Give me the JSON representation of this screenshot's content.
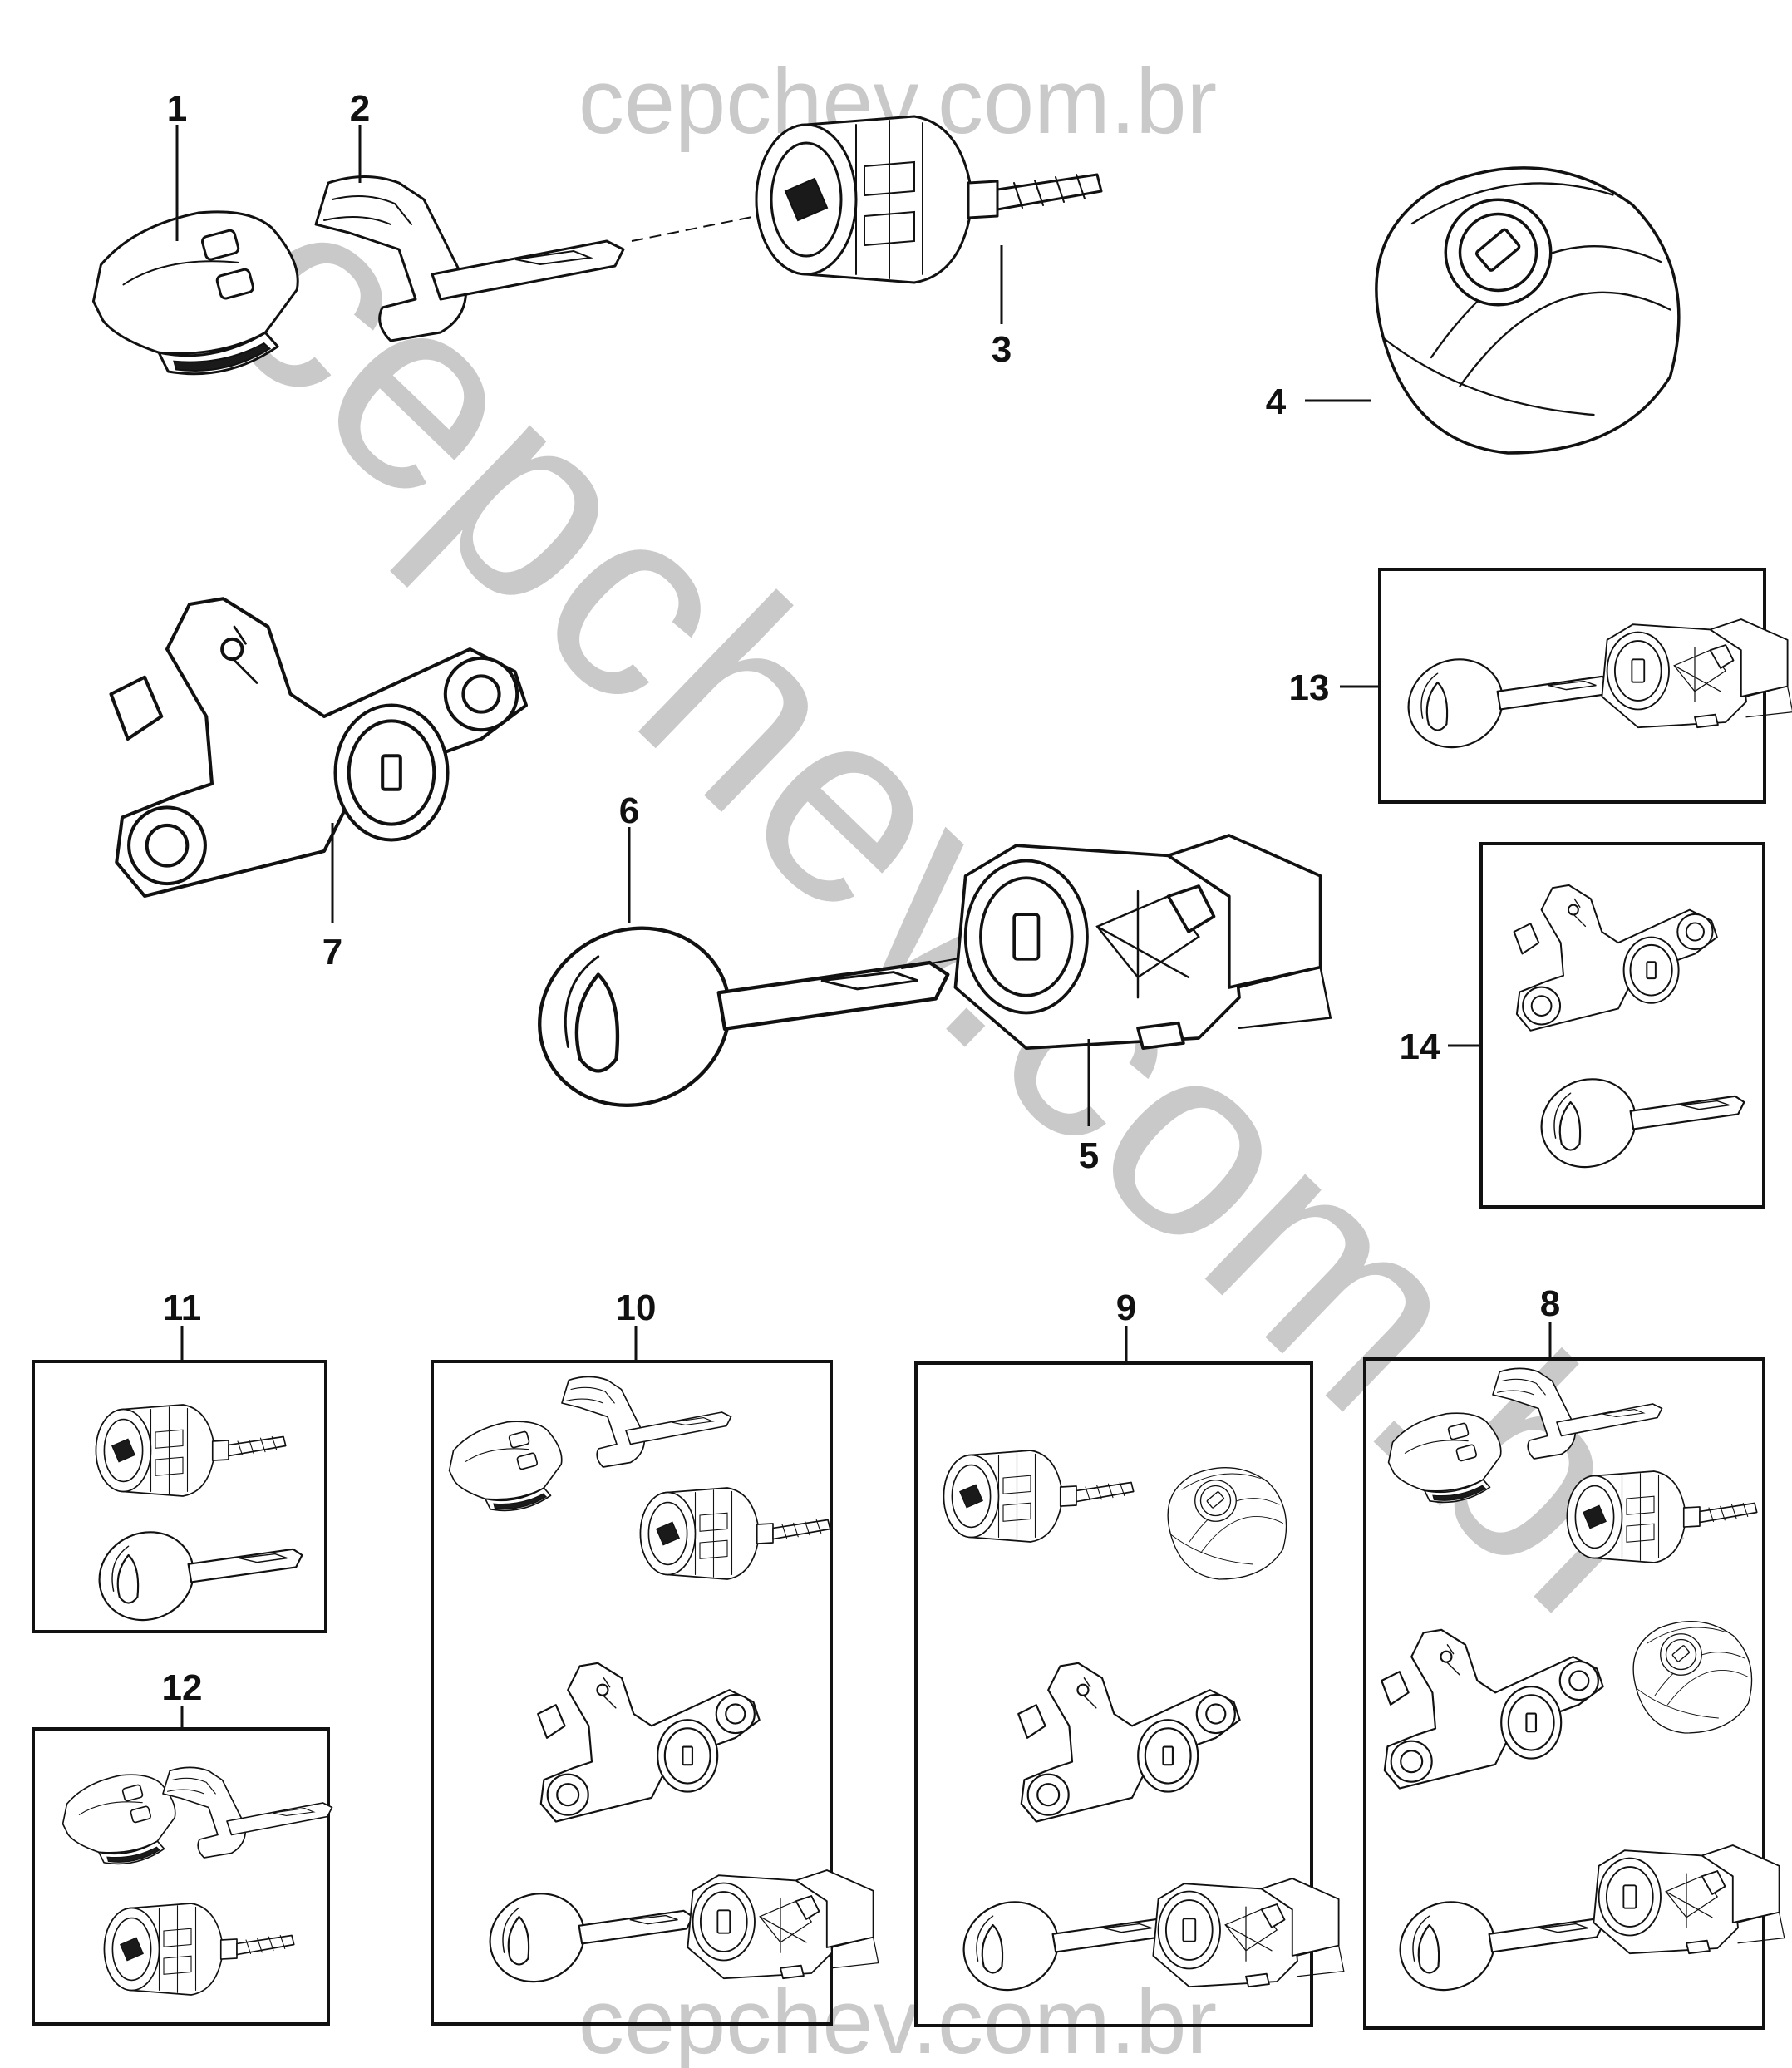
{
  "watermark": {
    "top": "cepchev.com.br",
    "diagonal": "cepchev.com.br",
    "bottom": "cepchev.com.br"
  },
  "callouts": [
    "1",
    "2",
    "3",
    "4",
    "5",
    "6",
    "7",
    "8",
    "9",
    "10",
    "11",
    "12",
    "13",
    "14"
  ]
}
